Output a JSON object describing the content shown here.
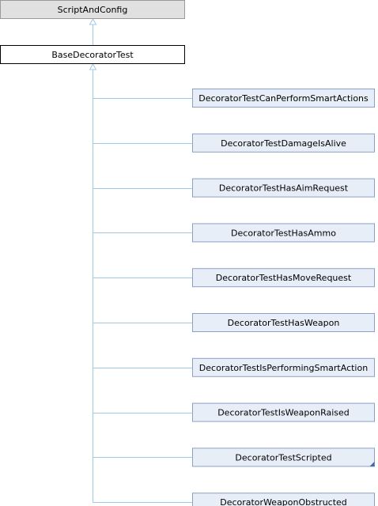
{
  "diagram": {
    "colors": {
      "edge": "#a3c8e6",
      "parent_fill": "#e0e0e0",
      "parent_stroke": "#999999",
      "base_fill": "#ffffff",
      "base_stroke": "#000000",
      "child_fill": "#e8eef7",
      "child_stroke": "#8aa0c8",
      "folded_corner": "#4a66a0"
    },
    "parent": {
      "label": "ScriptAndConfig"
    },
    "base": {
      "label": "BaseDecoratorTest"
    },
    "children": [
      {
        "label": "DecoratorTestCanPerformSmartActions",
        "folded": false
      },
      {
        "label": "DecoratorTestDamageIsAlive",
        "folded": false
      },
      {
        "label": "DecoratorTestHasAimRequest",
        "folded": false
      },
      {
        "label": "DecoratorTestHasAmmo",
        "folded": false
      },
      {
        "label": "DecoratorTestHasMoveRequest",
        "folded": false
      },
      {
        "label": "DecoratorTestHasWeapon",
        "folded": false
      },
      {
        "label": "DecoratorTestIsPerformingSmartAction",
        "folded": false
      },
      {
        "label": "DecoratorTestIsWeaponRaised",
        "folded": false
      },
      {
        "label": "DecoratorTestScripted",
        "folded": true
      },
      {
        "label": "DecoratorWeaponObstructed",
        "folded": false
      }
    ]
  }
}
